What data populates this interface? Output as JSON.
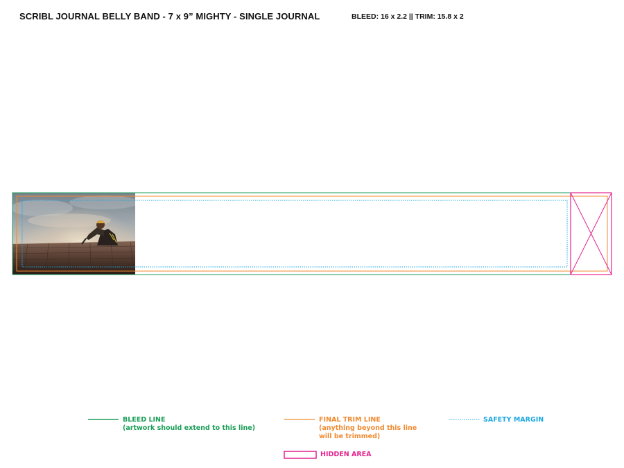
{
  "header": {
    "title": "SCRIBL JOURNAL BELLY BAND - 7 x 9” MIGHTY - SINGLE JOURNAL",
    "dimensions": "BLEED: 16 x 2.2 || TRIM: 15.8 x 2"
  },
  "legend": {
    "bleed": {
      "label": "BLEED LINE",
      "note": "(artwork should extend to this line)",
      "color": "#1a9e57"
    },
    "trim": {
      "label": "FINAL TRIM LINE",
      "note_line1": "(anything beyond this line",
      "note_line2": "will be trimmed)",
      "color": "#f08a30"
    },
    "safety": {
      "label": "SAFETY MARGIN",
      "color": "#1ea8e0"
    },
    "hidden": {
      "label": "HIDDEN AREA",
      "color": "#e4238f"
    }
  }
}
